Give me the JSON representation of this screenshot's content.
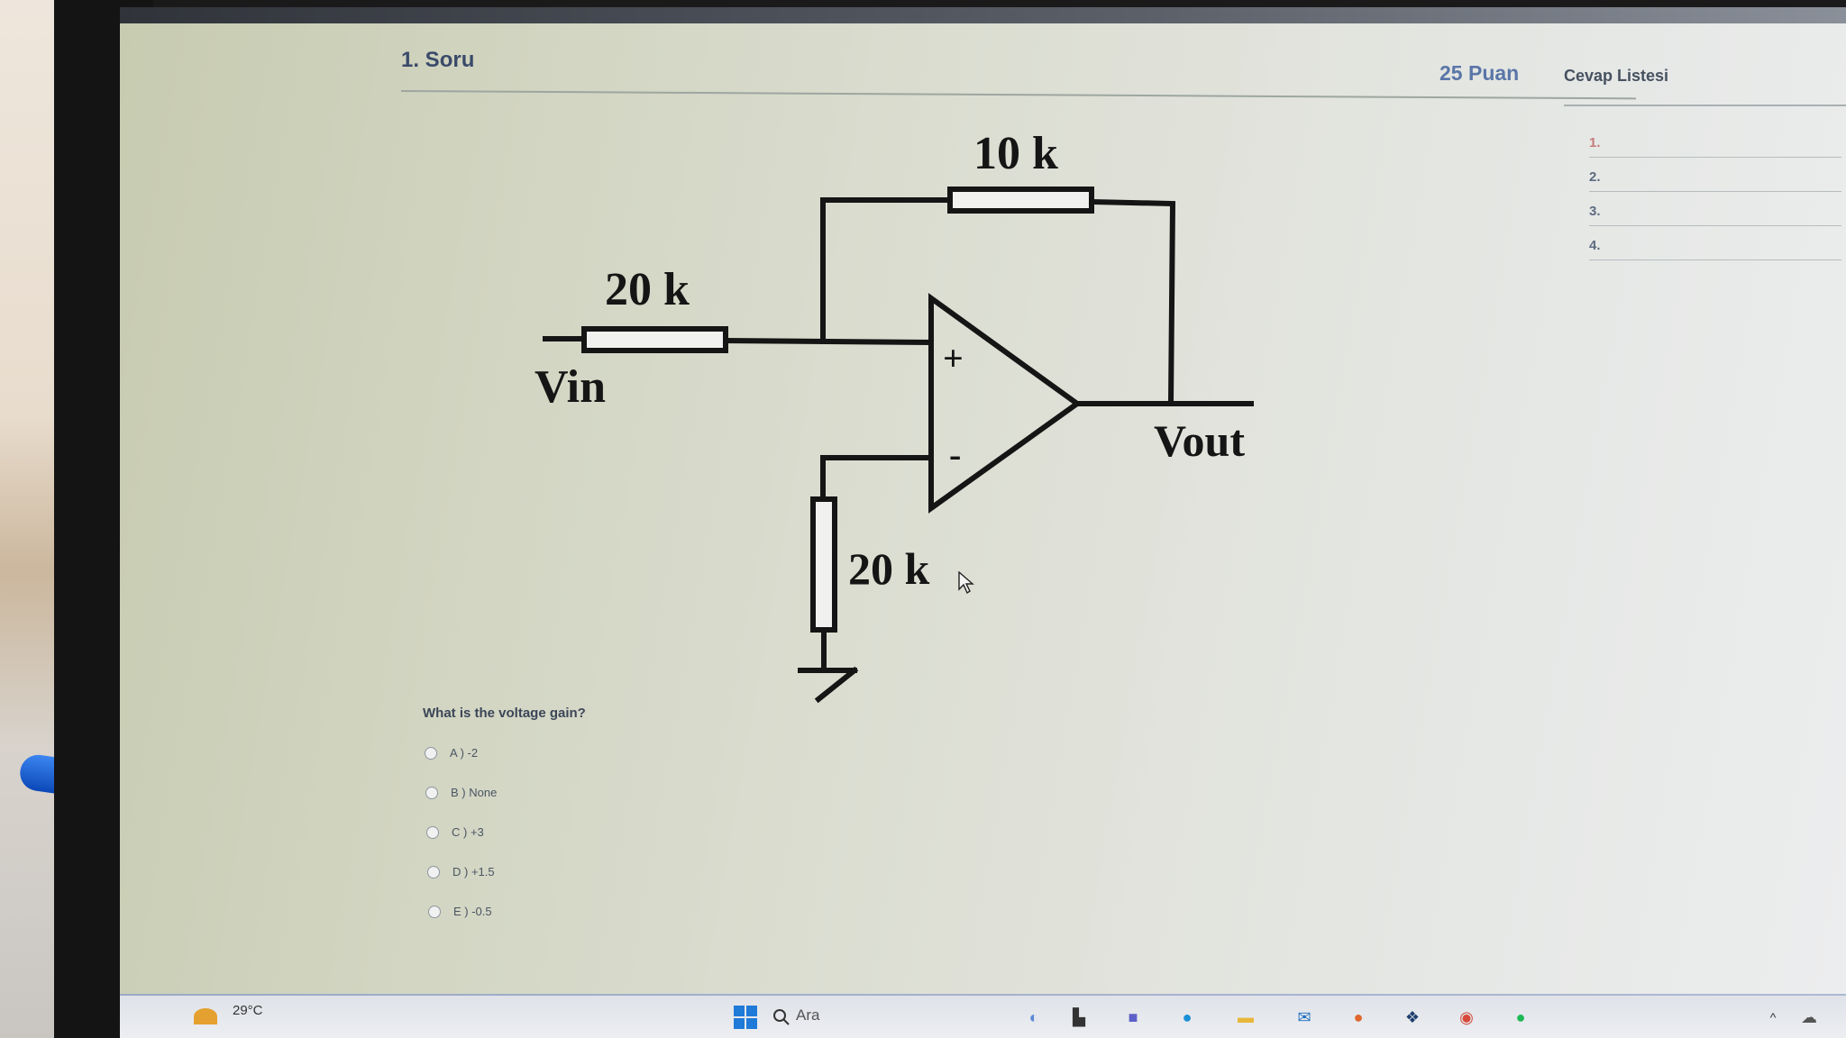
{
  "header": {
    "question_number": "1. Soru",
    "points": "25 Puan",
    "answer_list_title": "Cevap Listesi"
  },
  "answer_list": [
    "1.",
    "2.",
    "3.",
    "4."
  ],
  "circuit": {
    "feedback_resistor": "10 k",
    "input_resistor": "20 k",
    "ground_resistor": "20 k",
    "input_label": "Vin",
    "output_label": "Vout",
    "plus_sign": "+",
    "minus_sign": "-"
  },
  "question": {
    "text": "What is the voltage gain?",
    "options": [
      "A ) -2",
      "B ) None",
      "C ) +3",
      "D ) +1.5",
      "E ) -0.5"
    ]
  },
  "taskbar": {
    "temperature": "29°C",
    "search_label": "Ara",
    "icons": [
      "weather-icon",
      "start-icon",
      "search-icon",
      "widgets-icon",
      "task-view-icon",
      "teams-icon",
      "edge-icon",
      "folder-icon",
      "mail-icon",
      "firefox-icon",
      "dropbox-icon",
      "chrome-icon",
      "spotify-icon",
      "tray-chevron-icon",
      "cloud-icon"
    ]
  },
  "colors": {
    "title": "#3a4a6a",
    "points": "#5a76a8",
    "first_answer_number": "#c47a7a"
  }
}
